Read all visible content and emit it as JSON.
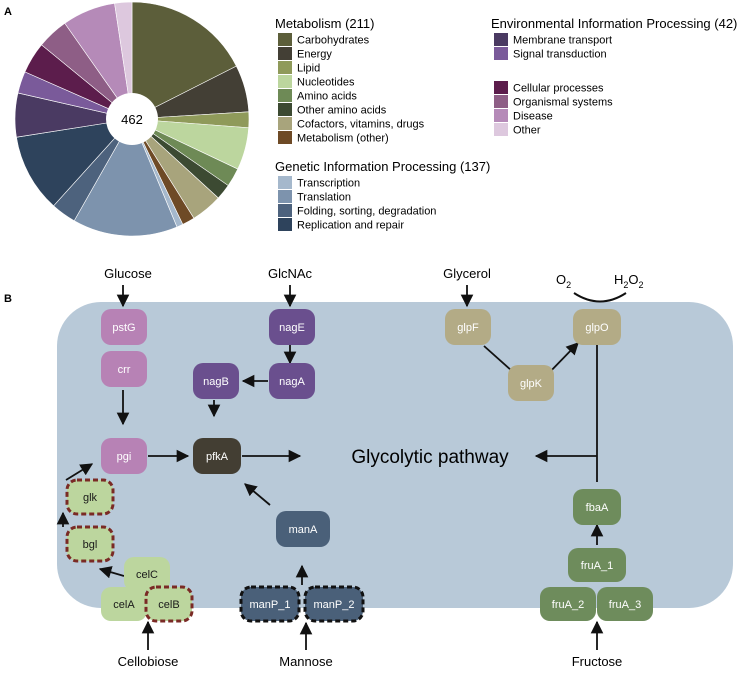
{
  "panel_a_label": "A",
  "panel_b_label": "B",
  "pie": {
    "center_label": "462",
    "slices": [
      {
        "name": "Carbohydrates",
        "value": 81,
        "color": "#5c5e3a"
      },
      {
        "name": "Energy",
        "value": 30,
        "color": "#433f35"
      },
      {
        "name": "Lipid",
        "value": 10,
        "color": "#8f9a5a"
      },
      {
        "name": "Nucleotides",
        "value": 27,
        "color": "#bcd69e"
      },
      {
        "name": "Amino acids",
        "value": 12,
        "color": "#6e8a56"
      },
      {
        "name": "Other amino acids",
        "value": 10,
        "color": "#3c4a32"
      },
      {
        "name": "Cofactors, vitamins, drugs",
        "value": 20,
        "color": "#a8a47c"
      },
      {
        "name": "Metabolism (other)",
        "value": 8,
        "color": "#6e4a26"
      },
      {
        "name": "Transcription",
        "value": 4,
        "color": "#a5b8cc"
      },
      {
        "name": "Translation",
        "value": 67,
        "color": "#7d93ad"
      },
      {
        "name": "Folding, sorting, degradation",
        "value": 16,
        "color": "#4d627d"
      },
      {
        "name": "Replication and repair",
        "value": 50,
        "color": "#2e435c"
      },
      {
        "name": "Membrane transport",
        "value": 28,
        "color": "#4a3a62"
      },
      {
        "name": "Signal transduction",
        "value": 14,
        "color": "#7a5a9a"
      },
      {
        "name": "Cellular processes",
        "value": 20,
        "color": "#5c1d4c"
      },
      {
        "name": "Organismal systems",
        "value": 20,
        "color": "#8e5e86"
      },
      {
        "name": "Disease",
        "value": 34,
        "color": "#b58ab8"
      },
      {
        "name": "Other",
        "value": 11,
        "color": "#ddc8de"
      }
    ]
  },
  "legend": {
    "groups": [
      {
        "title": "Metabolism (211)",
        "items": [
          {
            "label": "Carbohydrates",
            "color": "#5c5e3a"
          },
          {
            "label": "Energy",
            "color": "#433f35"
          },
          {
            "label": "Lipid",
            "color": "#8f9a5a"
          },
          {
            "label": "Nucleotides",
            "color": "#bcd69e"
          },
          {
            "label": "Amino acids",
            "color": "#6e8a56"
          },
          {
            "label": "Other amino acids",
            "color": "#3c4a32"
          },
          {
            "label": "Cofactors, vitamins, drugs",
            "color": "#a8a47c"
          },
          {
            "label": "Metabolism (other)",
            "color": "#6e4a26"
          }
        ]
      },
      {
        "title": "Genetic Information Processing (137)",
        "items": [
          {
            "label": "Transcription",
            "color": "#a5b8cc"
          },
          {
            "label": "Translation",
            "color": "#7d93ad"
          },
          {
            "label": "Folding, sorting, degradation",
            "color": "#4d627d"
          },
          {
            "label": "Replication and repair",
            "color": "#2e435c"
          }
        ]
      },
      {
        "title": "Environmental Information Processing (42)",
        "items": [
          {
            "label": "Membrane transport",
            "color": "#4a3a62"
          },
          {
            "label": "Signal transduction",
            "color": "#7a5a9a"
          }
        ]
      },
      {
        "title": "",
        "items": [
          {
            "label": "Cellular processes",
            "color": "#5c1d4c"
          },
          {
            "label": "Organismal systems",
            "color": "#8e5e86"
          },
          {
            "label": "Disease",
            "color": "#b58ab8"
          },
          {
            "label": "Other",
            "color": "#ddc8de"
          }
        ]
      }
    ]
  },
  "pathway": {
    "center_label": "Glycolytic pathway",
    "substrates": {
      "glucose": "Glucose",
      "glcnac": "GlcNAc",
      "glycerol": "Glycerol",
      "cellobiose": "Cellobiose",
      "mannose": "Mannose",
      "fructose": "Fructose"
    },
    "oxygen": {
      "o": "O",
      "o_sub": "2",
      "h": "H",
      "h_sub1": "2",
      "o2": "O",
      "h_sub2": "2"
    },
    "colors": {
      "cell": "#b8c9d8",
      "pink": "#b782b5",
      "purple": "#6a4f8e",
      "dark": "#433e33",
      "khaki": "#b3ab86",
      "green": "#6e8c5c",
      "lightgreen": "#bcd69e",
      "slate": "#4a6079",
      "dash_red": "#7a2a25"
    },
    "genes": {
      "pstG": "pstG",
      "crr": "crr",
      "pgi": "pgi",
      "glk": "glk",
      "bgl": "bgl",
      "celC": "celC",
      "celA": "celA",
      "celB": "celB",
      "nagE": "nagE",
      "nagA": "nagA",
      "nagB": "nagB",
      "pfkA": "pfkA",
      "manA": "manA",
      "manP_1": "manP_1",
      "manP_2": "manP_2",
      "glpF": "glpF",
      "glpK": "glpK",
      "glpO": "glpO",
      "fbaA": "fbaA",
      "fruA_1": "fruA_1",
      "fruA_2": "fruA_2",
      "fruA_3": "fruA_3"
    }
  }
}
